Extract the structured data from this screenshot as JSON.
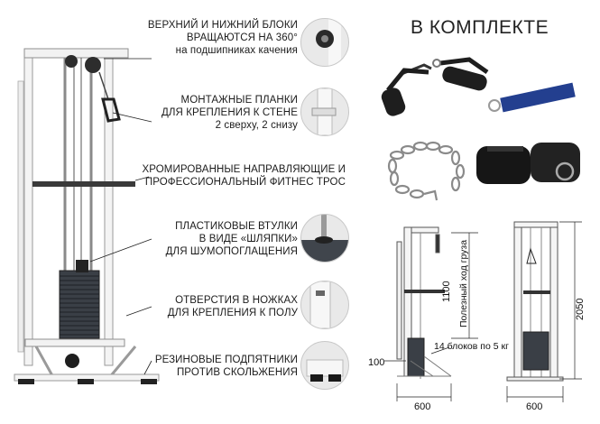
{
  "kit_title": "В КОМПЛЕКТЕ",
  "features": [
    {
      "lines": [
        "ВЕРХНИЙ И НИЖНИЙ БЛОКИ",
        "ВРАЩАЮТСЯ НА 360°",
        "на подшипниках качения"
      ]
    },
    {
      "lines": [
        "МОНТАЖНЫЕ ПЛАНКИ",
        "ДЛЯ КРЕПЛЕНИЯ К СТЕНЕ",
        "2 сверху, 2 снизу"
      ]
    },
    {
      "lines": [
        "ХРОМИРОВАННЫЕ НАПРАВЛЯЮЩИЕ И",
        "ПРОФЕССИОНАЛЬНЫЙ ФИТНЕС ТРОС"
      ]
    },
    {
      "lines": [
        "ПЛАСТИКОВЫЕ ВТУЛКИ",
        "В ВИДЕ «ШЛЯПКИ»",
        "ДЛЯ ШУМОПОГЛАЩЕНИЯ"
      ]
    },
    {
      "lines": [
        "ОТВЕРСТИЯ В НОЖКАХ",
        "ДЛЯ КРЕПЛЕНИЯ К ПОЛУ"
      ]
    },
    {
      "lines": [
        "РЕЗИНОВЫЕ ПОДПЯТНИКИ",
        "ПРОТИВ СКОЛЬЖЕНИЯ"
      ]
    }
  ],
  "dimensions": {
    "travel_value": "1100",
    "travel_label": "Полезный ход груза",
    "height": "2050",
    "offset": "100",
    "stack": "14 блоков по 5 кг",
    "width_left": "600",
    "width_right": "600"
  }
}
